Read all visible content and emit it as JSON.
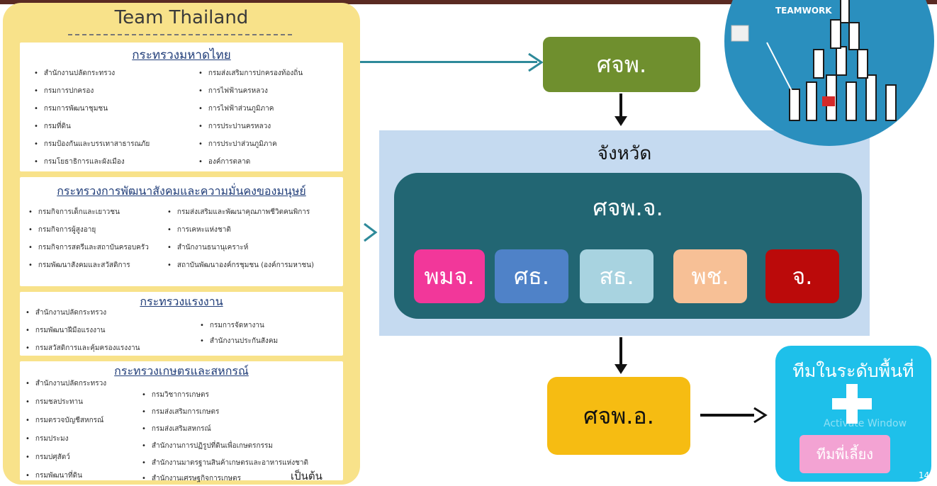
{
  "left_panel": {
    "title": "Team Thailand",
    "ministries": [
      {
        "name": "กระทรวงมหาดไทย",
        "col1": [
          "สำนักงานปลัดกระทรวง",
          "กรมการปกครอง",
          "กรมการพัฒนาชุมชน",
          "กรมที่ดิน",
          "กรมป้องกันและบรรเทาสาธารณภัย",
          "กรมโยธาธิการและผังเมือง"
        ],
        "col2": [
          "กรมส่งเสริมการปกครองท้องถิ่น",
          "การไฟฟ้านครหลวง",
          "การไฟฟ้าส่วนภูมิภาค",
          "การประปานครหลวง",
          "การประปาส่วนภูมิภาค",
          "องค์การตลาด"
        ]
      },
      {
        "name": "กระทรวงการพัฒนาสังคมและความมั่นคงของมนุษย์",
        "col1": [
          "กรมกิจการเด็กและเยาวชน",
          "กรมกิจการผู้สูงอายุ",
          "กรมกิจการสตรีและสถาบันครอบครัว",
          "กรมพัฒนาสังคมและสวัสดิการ"
        ],
        "col2": [
          "กรมส่งเสริมและพัฒนาคุณภาพชีวิตคนพิการ",
          "การเคหะแห่งชาติ",
          "สำนักงานธนานุเคราะห์",
          "สถาบันพัฒนาองค์กรชุมชน (องค์การมหาชน)"
        ]
      },
      {
        "name": "กระทรวงแรงงาน",
        "col1": [
          "สำนักงานปลัดกระทรวง",
          "กรมพัฒนาฝีมือแรงงาน",
          "กรมสวัสดิการและคุ้มครองแรงงาน"
        ],
        "col2": [
          "กรมการจัดหางาน",
          "สำนักงานประกันสังคม"
        ]
      },
      {
        "name": "กระทรวงเกษตรและสหกรณ์",
        "col1": [
          "สำนักงานปลัดกระทรวง",
          "กรมชลประทาน",
          "กรมตรวจบัญชีสหกรณ์",
          "กรมประมง",
          "กรมปศุสัตว์",
          "กรมพัฒนาที่ดิน"
        ],
        "col2": [
          "กรมวิชาการเกษตร",
          "กรมส่งเสริมการเกษตร",
          "กรมส่งเสริมสหกรณ์",
          "สำนักงานการปฏิรูปที่ดินเพื่อเกษตรกรรม",
          "สำนักงานมาตรฐานสินค้าเกษตรและอาหารแห่งชาติ",
          "สำนักงานเศรษฐกิจการเกษตร"
        ],
        "footer": "เป็นต้น"
      }
    ]
  },
  "flow": {
    "top_box": "ศจพ.",
    "province_title": "จังหวัด",
    "province_center": "ศจพ.จ.",
    "chips": [
      {
        "label": "พมจ.",
        "color": "#f2379a"
      },
      {
        "label": "ศธ.",
        "color": "#4f82c8"
      },
      {
        "label": "สธ.",
        "color": "#a8d3e0"
      },
      {
        "label": "พช.",
        "color": "#f7c096"
      },
      {
        "label": "จ.",
        "color": "#bb0a0a"
      }
    ],
    "district_box": "ศจพ.อ.",
    "team_title": "ทีมในระดับพื้นที่",
    "team_sub": "ทีมพี่เลี้ยง"
  },
  "illustration": {
    "caption": "TEAMWORK"
  },
  "watermark": "Activate Window",
  "page_number": "14",
  "colors": {
    "left_bg": "#f8e28a",
    "ministry_title": "#1f3c78",
    "top_box": "#6f8f2e",
    "province_bg": "#c5daf0",
    "inner_panel": "#226673",
    "district_box": "#f6bc12",
    "team_panel": "#1ec0ea",
    "team_sub_bg": "#f3a3d3",
    "connector": "#2e8a9a"
  }
}
